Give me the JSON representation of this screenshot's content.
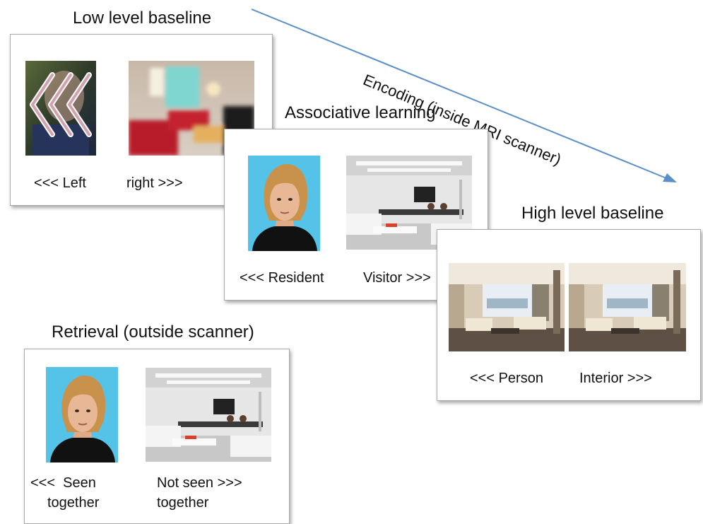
{
  "arrow": {
    "label": "Encoding (inside MRI scanner)"
  },
  "low_level": {
    "title": "Low level baseline",
    "left_label": "<<< Left",
    "right_label": "right >>>",
    "images": [
      "face-with-chevrons",
      "blurred-interior"
    ]
  },
  "associative": {
    "title": "Associative learning",
    "left_label": "<<< Resident",
    "right_label": "Visitor >>>",
    "images": [
      "face-photo",
      "living-room-photo"
    ]
  },
  "high_level": {
    "title": "High level baseline",
    "left_label": "<<< Person",
    "right_label": "Interior >>>",
    "images": [
      "interior-photo",
      "interior-photo"
    ]
  },
  "retrieval": {
    "title": "Retrieval (outside scanner)",
    "left_label_line1": "<<<  Seen",
    "left_label_line2": "together",
    "right_label_line1": "Not seen >>>",
    "right_label_line2": "together",
    "images": [
      "face-photo",
      "living-room-photo"
    ]
  },
  "colors": {
    "arrow": "#5b8fc7",
    "panel_border": "#a9a9a9",
    "face_bg": "#55c3e8"
  }
}
